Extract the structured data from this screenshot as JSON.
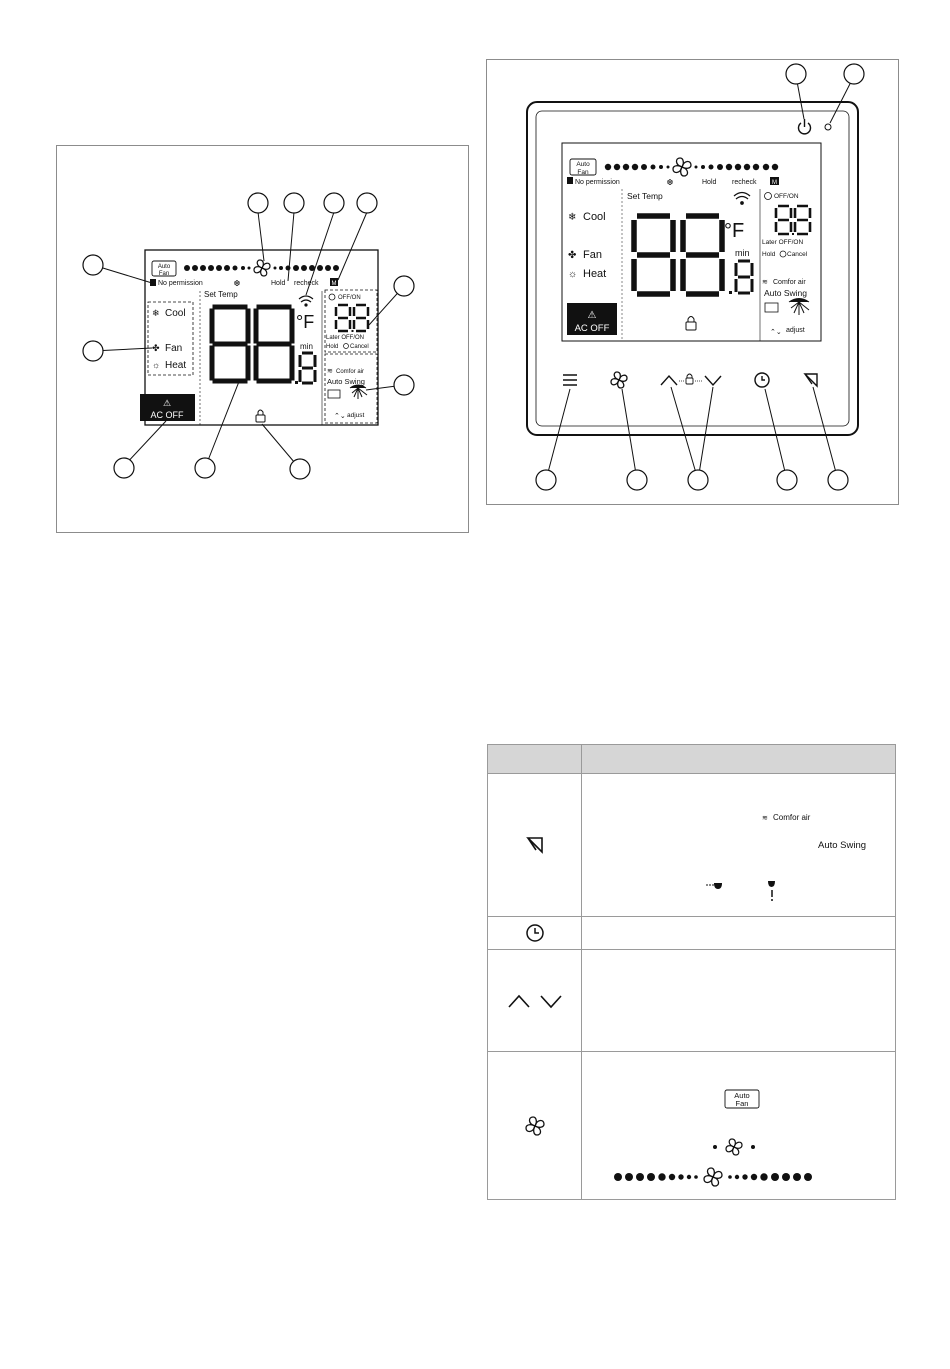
{
  "left_panel": {
    "auto_fan_line1": "Auto",
    "auto_fan_line2": "Fan",
    "no_permission": "No permission",
    "hold_recheck": "Hold",
    "recheck": "recheck",
    "m_badge": "M",
    "set_temp": "Set Temp",
    "cool": "Cool",
    "fan": "Fan",
    "heat": "Heat",
    "ac_off": "AC OFF",
    "temp_digits": "88",
    "decimal_digit": "8",
    "degree_unit": "°F",
    "min_label": "min",
    "timer_off_on": "OFF/ON",
    "timer_digits": "8.8",
    "later_off_on": "Later OFF/ON",
    "hold": "Hold",
    "cancel": "Cancel",
    "comfor_air": "Comfor air",
    "auto_swing": "Auto Swing",
    "adjust": "adjust"
  },
  "right_panel": {
    "auto_fan_line1": "Auto",
    "auto_fan_line2": "Fan",
    "no_permission": "No permission",
    "hold": "Hold",
    "recheck": "recheck",
    "m_badge": "M",
    "set_temp": "Set Temp",
    "cool": "Cool",
    "fan": "Fan",
    "heat": "Heat",
    "ac_off": "AC OFF",
    "temp_digits": "88",
    "decimal_digit": "8",
    "degree_unit": "°F",
    "min_label": "min",
    "timer_off_on": "OFF/ON",
    "timer_digits": "8.8",
    "later_off_on": "Later OFF/ON",
    "hold2": "Hold",
    "cancel": "Cancel",
    "comfor_air": "Comfor air",
    "auto_swing": "Auto Swing",
    "adjust": "adjust"
  },
  "legend_table": {
    "header": [
      "",
      ""
    ],
    "rows": [
      {
        "icon": "swing-icon",
        "texts": {
          "comfor_air": "Comfor air",
          "auto_swing": "Auto Swing"
        }
      },
      {
        "icon": "clock-icon",
        "texts": {}
      },
      {
        "icon": "up-down-arrows-icon",
        "texts": {}
      },
      {
        "icon": "fan-icon",
        "texts": {
          "auto_fan_line1": "Auto",
          "auto_fan_line2": "Fan"
        }
      }
    ]
  },
  "colors": {
    "frame": "#8c8c8c",
    "header_bg": "#d6d6d6",
    "ink": "#111111"
  }
}
